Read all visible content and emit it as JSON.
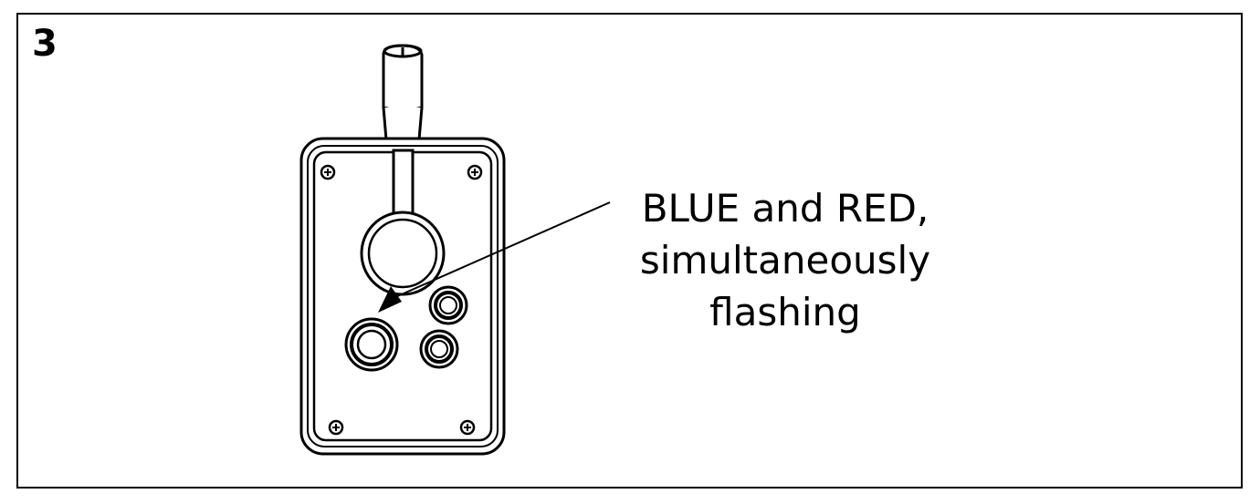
{
  "step": {
    "number": "3"
  },
  "callout": {
    "lines": [
      "BLUE and RED,",
      "simultaneously",
      "flashing"
    ]
  }
}
